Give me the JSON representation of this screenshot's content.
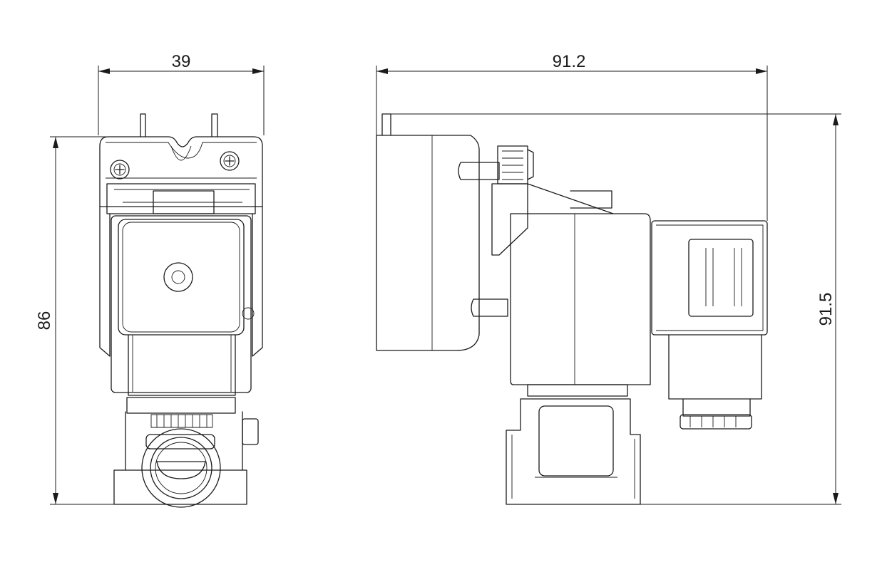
{
  "dimensions": {
    "front_width": "39",
    "side_length": "91.2",
    "front_height": "86",
    "side_height": "91.5"
  },
  "colors": {
    "line": "#1a1a1a",
    "background": "#ffffff"
  }
}
